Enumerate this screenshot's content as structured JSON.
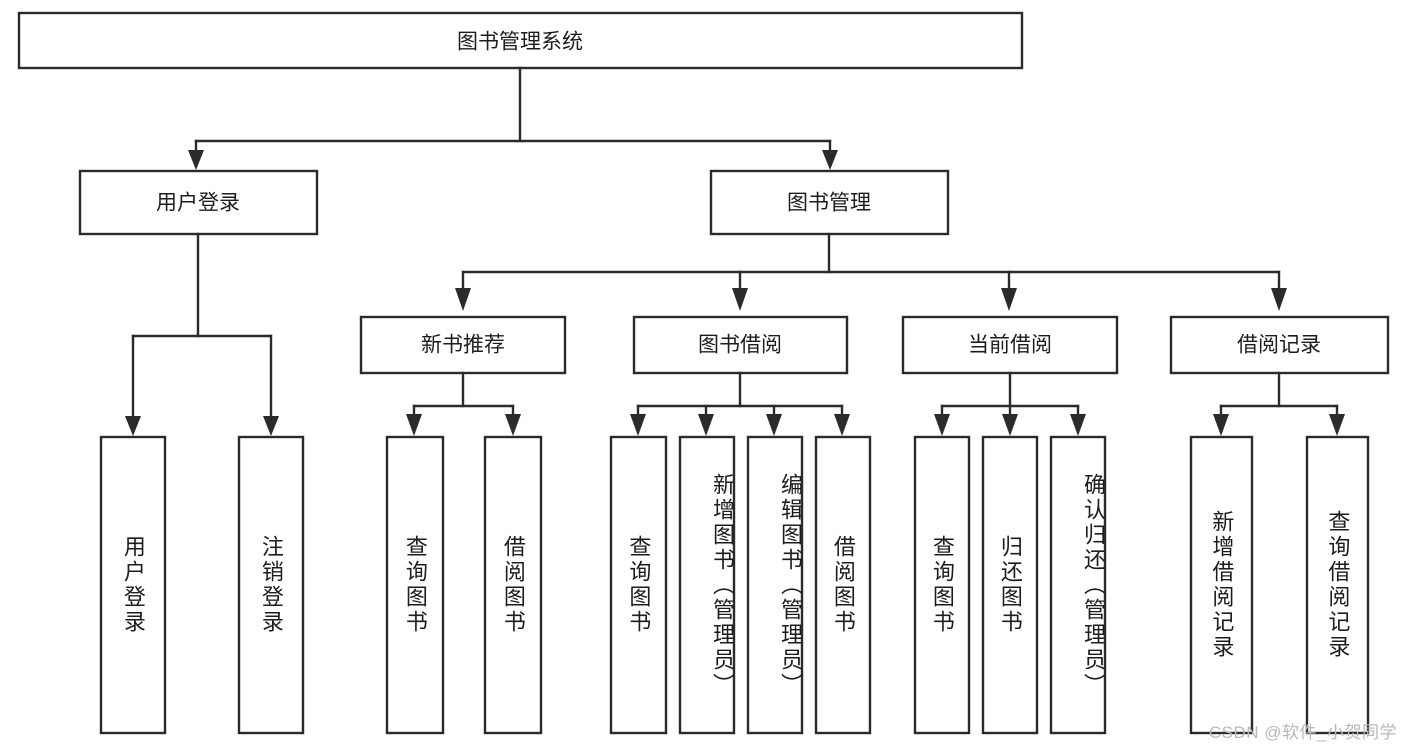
{
  "diagram": {
    "title_node": {
      "label": "图书管理系统"
    },
    "level2": [
      {
        "label": "用户登录"
      },
      {
        "label": "图书管理"
      }
    ],
    "level3": [
      {
        "label": "新书推荐"
      },
      {
        "label": "图书借阅"
      },
      {
        "label": "当前借阅"
      },
      {
        "label": "借阅记录"
      }
    ],
    "leaves": {
      "user_login": [
        {
          "label": "用户登录"
        },
        {
          "label": "注销登录"
        }
      ],
      "new_book_recommend": [
        {
          "label": "查询图书"
        },
        {
          "label": "借阅图书"
        }
      ],
      "book_borrow": [
        {
          "label": "查询图书"
        },
        {
          "label": "新增图书（管理员）"
        },
        {
          "label": "编辑图书（管理员）"
        },
        {
          "label": "借阅图书"
        }
      ],
      "current_borrow": [
        {
          "label": "查询图书"
        },
        {
          "label": "归还图书"
        },
        {
          "label": "确认归还（管理员）"
        }
      ],
      "borrow_record": [
        {
          "label": "新增借阅记录"
        },
        {
          "label": "查询借阅记录"
        }
      ]
    },
    "watermark": "CSDN @软件_小贺同学",
    "colors": {
      "box_border": "#2b2b2b",
      "box_fill": "#ffffff",
      "text": "#1d1d1d",
      "watermark": "#b9b9b9",
      "background": "#ffffff"
    }
  }
}
